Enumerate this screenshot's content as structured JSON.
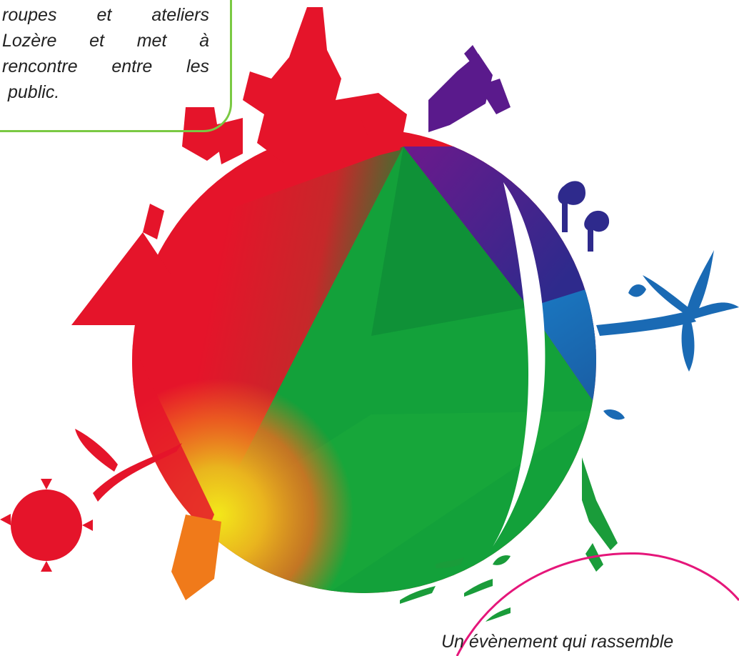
{
  "top_callout": {
    "lines": [
      "roupes   et   ateliers",
      "Lozère   et   met   à",
      "rencontre  entre  les",
      "public."
    ],
    "border_color": "#7ac943"
  },
  "bottom_callout": {
    "text": "Un évènement qui rassemble",
    "border_color": "#e5167a"
  },
  "colors": {
    "red": "#e5142a",
    "orange": "#f07a1a",
    "yellow": "#e6e21a",
    "green": "#1a9c3a",
    "purple": "#3a1a8a",
    "blue": "#1a6ab4"
  }
}
